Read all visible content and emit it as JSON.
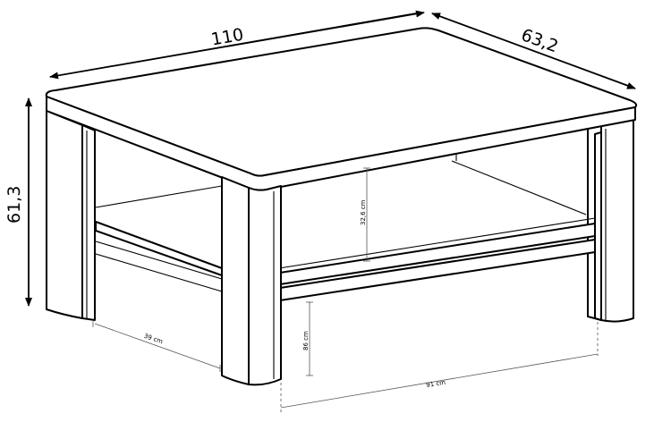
{
  "dimensions": {
    "width": "110",
    "depth": "63,2",
    "height": "61,3",
    "shelf_clearance": "32,6 cm",
    "leg_spacing_depth": "39 cm",
    "floor_clearance": "86 cm",
    "leg_spacing_width": "91 cm"
  }
}
